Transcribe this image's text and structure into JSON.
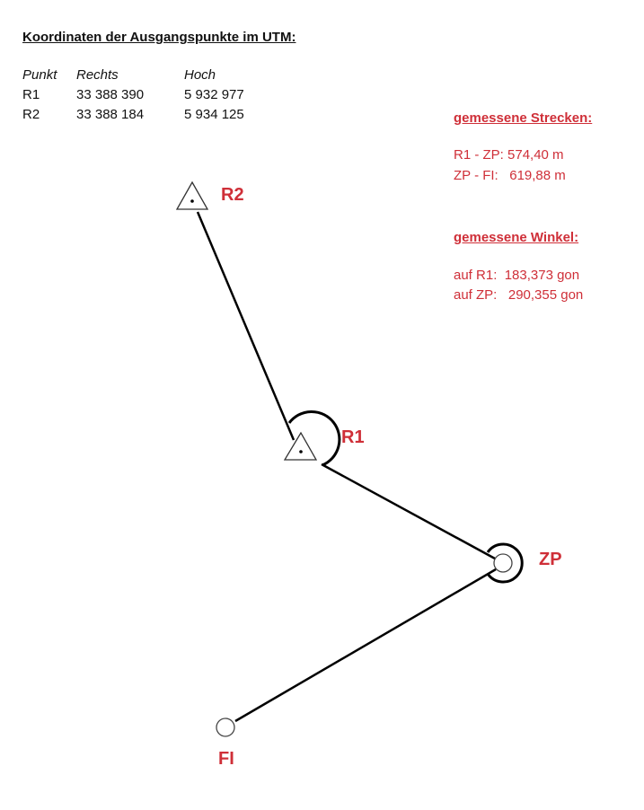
{
  "title": "Koordinaten der Ausgangspunkte im UTM:",
  "table": {
    "headers": [
      "Punkt",
      "Rechts",
      "Hoch"
    ],
    "rows": [
      [
        "R1",
        "33 388 390",
        "5 932 977"
      ],
      [
        "R2",
        "33 388 184",
        "5 934 125"
      ]
    ]
  },
  "distances": {
    "heading": "gemessene Strecken:",
    "items": [
      "R1 - ZP: 574,40 m",
      "ZP - FI:   619,88 m"
    ]
  },
  "angles": {
    "heading": "gemessene Winkel:",
    "items": [
      "auf R1:  183,373 gon",
      "auf ZP:   290,355 gon"
    ]
  },
  "points": {
    "r2": "R2",
    "r1": "R1",
    "zp": "ZP",
    "fi": "FI"
  },
  "colors": {
    "accent": "#cf2f38",
    "line": "#000000"
  }
}
